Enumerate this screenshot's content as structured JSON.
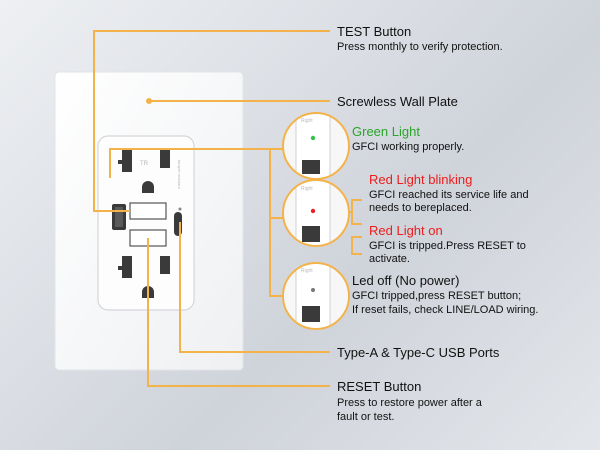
{
  "annotations": {
    "test": {
      "title": "TEST Button",
      "desc": "Press monthly to verify protection."
    },
    "plate": {
      "title": "Screwless Wall Plate"
    },
    "green": {
      "title": "Green Light",
      "desc": "GFCI working properly."
    },
    "blink": {
      "title": "Red Light blinking",
      "desc1": "GFCI reached its service life and",
      "desc2": "needs to bereplaced."
    },
    "redon": {
      "title": "Red Light on",
      "desc1": "GFCI is tripped.Press RESET to",
      "desc2": "activate."
    },
    "ledoff": {
      "title": "Led off (No power)",
      "desc1": "GFCI tripped,press RESET button;",
      "desc2": "If reset fails, check LINE/LOAD wiring."
    },
    "usb": {
      "title": "Type-A & Type-C USB Ports"
    },
    "reset": {
      "title": "RESET Button",
      "desc1": "Press to restore power after a",
      "desc2": "fault or test."
    }
  },
  "colors": {
    "leader": "#f4b34a",
    "green_led": "#33c24a",
    "red_led": "#e8212b",
    "plate": "#ffffff"
  }
}
